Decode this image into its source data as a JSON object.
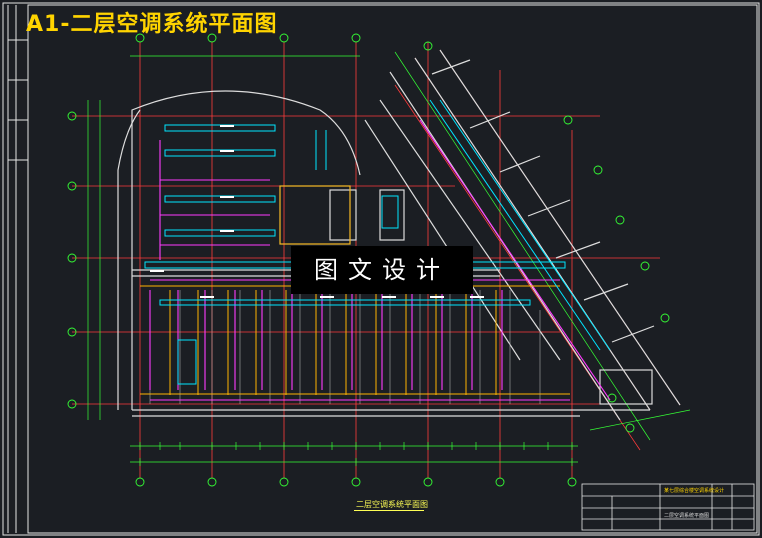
{
  "sheet": {
    "title": "A1-二层空调系统平面图",
    "watermark": "图文设计",
    "caption": "二层空调系统平面图"
  },
  "title_block": {
    "project": "某七层综合楼空调系统设计",
    "drawing_name": "二层空调系统平面图"
  },
  "colors": {
    "background": "#1b1e23",
    "frame": "#e6e6e6",
    "wall": "#dddddd",
    "grid_axis": "#ff3b3b",
    "duct_cyan": "#00e5ff",
    "pipe_magenta": "#ff3bff",
    "pipe_yellow": "#ffb400",
    "dimension_green": "#35ff35",
    "title_yellow": "#ffd400"
  }
}
